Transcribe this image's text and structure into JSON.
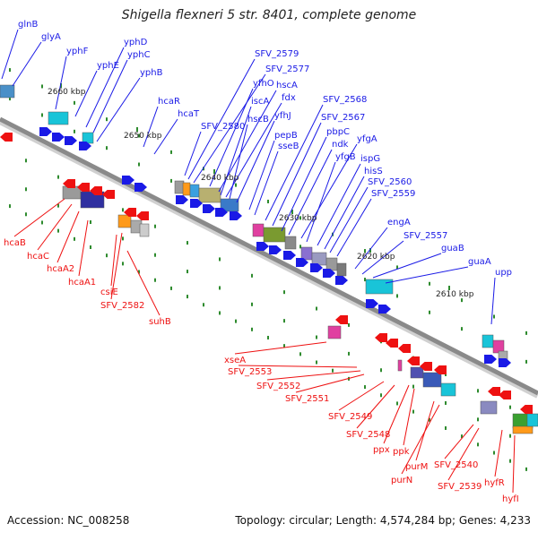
{
  "title": "Shigella flexneri 5 str. 8401, complete genome",
  "accession_label": "Accession: NC_008258",
  "topology_label": "Topology: circular; Length: 4,574,284 bp; Genes: 4,233",
  "colors": {
    "forward_gene": "#1a1ae6",
    "reverse_gene": "#ee1111",
    "backbone": "#8a8a8a",
    "tick": "#2e8b2e"
  },
  "scale_labels": [
    "2660 kbp",
    "2650 kbp",
    "2640 kbp",
    "2630 kbp",
    "2620 kbp",
    "2610 kbp"
  ],
  "forward_genes": [
    "glnB",
    "glyA",
    "yphF",
    "yphE",
    "yphD",
    "yphC",
    "yphB",
    "hcaR",
    "hcaT",
    "SFV_2580",
    "SFV_2579",
    "SFV_2577",
    "yfhO",
    "hscA",
    "iscA",
    "fdx",
    "hscB",
    "yfhJ",
    "pepB",
    "sseB",
    "SFV_2568",
    "SFV_2567",
    "pbpC",
    "ndk",
    "yfgA",
    "yfgB",
    "ispG",
    "hisS",
    "SFV_2560",
    "SFV_2559",
    "engA",
    "SFV_2557",
    "guaB",
    "guaA",
    "upp"
  ],
  "reverse_genes": [
    "hcaB",
    "hcaC",
    "hcaA2",
    "hcaA1",
    "csiE",
    "SFV_2582",
    "suhB",
    "xseA",
    "SFV_2553",
    "SFV_2552",
    "SFV_2551",
    "SFV_2549",
    "SFV_2548",
    "ppx",
    "ppk",
    "purM",
    "purN",
    "SFV_2540",
    "SFV_2539",
    "hyfR",
    "hyfI"
  ]
}
